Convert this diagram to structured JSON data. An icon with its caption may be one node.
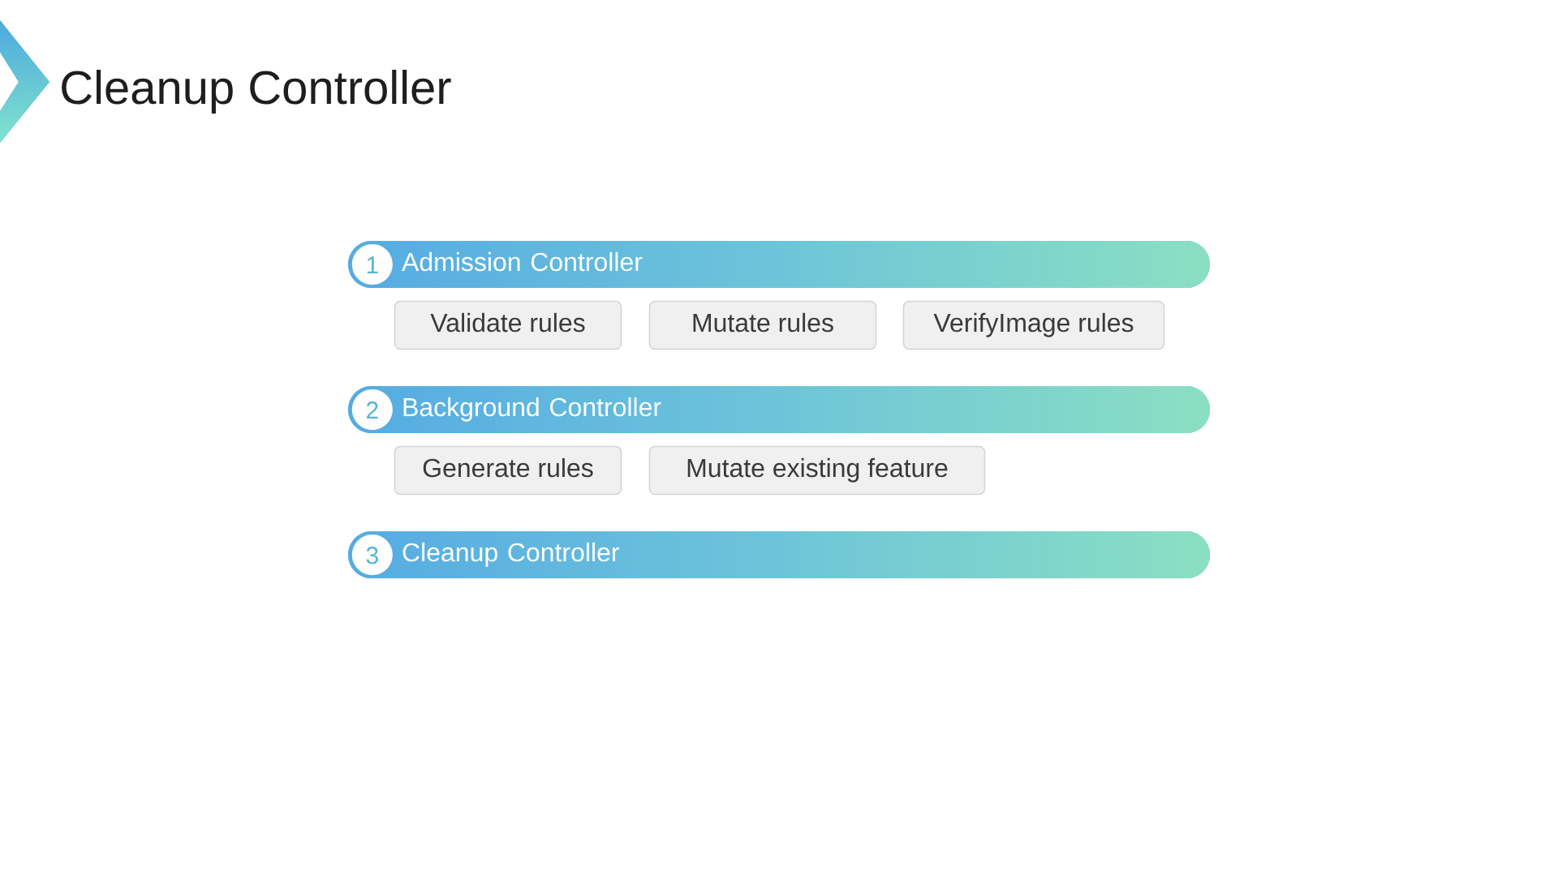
{
  "diagram": {
    "title": "Cleanup Controller",
    "nodes": [
      {
        "text": [
          "Admission Controller"
        ]
      },
      {
        "text": [
          "1"
        ],
        "in": 0
      },
      {
        "text": [
          "Validate rules"
        ]
      },
      {
        "text": [
          "Mutate rules"
        ]
      },
      {
        "text": [
          "VerifyImage rules"
        ]
      },
      {
        "text": [
          "Background Controller"
        ]
      },
      {
        "text": [
          "2"
        ],
        "in": 5
      },
      {
        "text": [
          "Generate rules"
        ]
      },
      {
        "text": [
          "Mutate existing feature"
        ]
      },
      {
        "text": [
          "Cleanup Controller"
        ]
      },
      {
        "text": [
          "3"
        ],
        "in": 9
      }
    ]
  }
}
